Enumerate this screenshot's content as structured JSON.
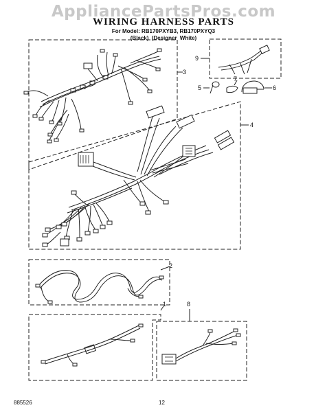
{
  "watermark": "AppliancePartsPros.com",
  "header": {
    "title": "WIRING HARNESS PARTS",
    "model_line": "For Model: RB170PXYB3, RB170PXYQ3",
    "color_line": "(Black)    (Designer White)"
  },
  "footer": {
    "doc_number": "885526",
    "page_number": "12"
  },
  "callouts": {
    "p1": "1",
    "p2": "2",
    "p3": "3",
    "p4": "4",
    "p5": "5",
    "p6": "6",
    "p7": "7",
    "p8": "8",
    "p9": "9"
  }
}
